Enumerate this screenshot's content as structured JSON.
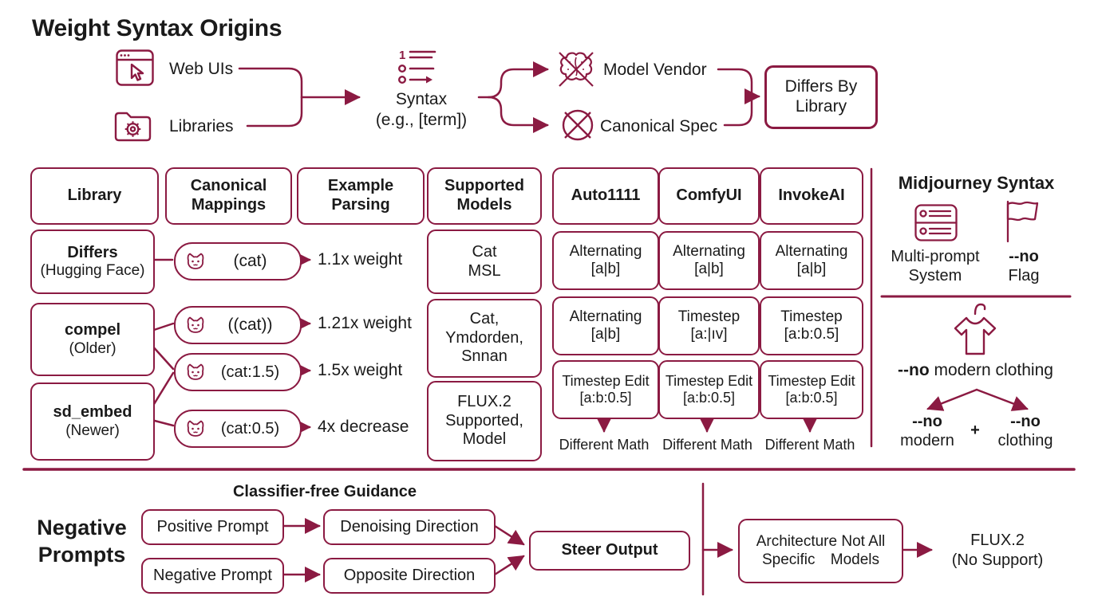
{
  "colors": {
    "accent": "#8B1A42",
    "text": "#1A1A1A",
    "background": "#FFFFFF"
  },
  "title": "Weight Syntax Origins",
  "top_flow": {
    "web_uis": "Web UIs",
    "libraries": "Libraries",
    "syntax_label": "Syntax",
    "syntax_example": "(e.g., [term])",
    "model_vendor": "Model Vendor",
    "canonical_spec": "Canonical Spec",
    "differs_by": {
      "l1": "Differs By",
      "l2": "Library"
    }
  },
  "table": {
    "headers": {
      "library": "Library",
      "canonical_mappings": {
        "l1": "Canonical",
        "l2": "Mappings"
      },
      "example_parsing": {
        "l1": "Example",
        "l2": "Parsing"
      },
      "supported_models": {
        "l1": "Supported",
        "l2": "Models"
      },
      "auto1111": "Auto1111",
      "comfyui": "ComfyUI",
      "invokeai": "InvokeAI"
    },
    "libraries": [
      {
        "name": "Differs",
        "sub": "(Hugging Face)"
      },
      {
        "name": "compel",
        "sub": "(Older)"
      },
      {
        "name": "sd_embed",
        "sub": "(Newer)"
      }
    ],
    "mappings": [
      {
        "token": "(cat)",
        "result": "1.1x weight"
      },
      {
        "token": "((cat))",
        "result": "1.21x weight"
      },
      {
        "token": "(cat:1.5)",
        "result": "1.5x weight"
      },
      {
        "token": "(cat:0.5)",
        "result": "4x decrease"
      }
    ],
    "supported_models": [
      {
        "l1": "Cat",
        "l2": "MSL",
        "l3": ""
      },
      {
        "l1": "Cat,",
        "l2": "Ymdorden,",
        "l3": "Snnan"
      },
      {
        "l1": "FLUX.2",
        "l2": "Supported,",
        "l3": "Model"
      }
    ],
    "cells": [
      [
        {
          "l1": "Alternating",
          "l2": "[a|b]"
        },
        {
          "l1": "Alternating",
          "l2": "[a|b]"
        },
        {
          "l1": "Alternating",
          "l2": "[a|b]"
        }
      ],
      [
        {
          "l1": "Alternating",
          "l2": "[a|b]"
        },
        {
          "l1": "Timestep",
          "l2": "[a:|ıv]"
        },
        {
          "l1": "Timestep",
          "l2": "[a:b:0.5]"
        }
      ],
      [
        {
          "l1": "Timestep Edit",
          "l2": "[a:b:0.5]"
        },
        {
          "l1": "Timestep Edit",
          "l2": "[a:b:0.5]"
        },
        {
          "l1": "Timestep Edit",
          "l2": "[a:b:0.5]"
        }
      ]
    ],
    "different_math": "Different Math"
  },
  "midjourney": {
    "title": "Midjourney Syntax",
    "multi_prompt": {
      "l1": "Multi-prompt",
      "l2": "System"
    },
    "no_flag": {
      "prefix": "--no",
      "label": "Flag"
    },
    "example": {
      "prefix": "--no",
      "rest": " modern clothing"
    },
    "split_left": {
      "prefix": "--no",
      "label": "modern"
    },
    "plus": "+",
    "split_right": {
      "prefix": "--no",
      "label": "clothing"
    }
  },
  "bottom": {
    "section_title": {
      "l1": "Negative",
      "l2": "Prompts"
    },
    "cfg_title": "Classifier-free Guidance",
    "positive_prompt": "Positive Prompt",
    "negative_prompt": "Negative Prompt",
    "denoising": "Denoising Direction",
    "opposite": "Opposite Direction",
    "steer": "Steer Output",
    "architecture": {
      "l1": "Architecture Not All",
      "l2": "Specific Models"
    },
    "flux": {
      "l1": "FLUX.2",
      "l2": "(No Support)"
    }
  }
}
